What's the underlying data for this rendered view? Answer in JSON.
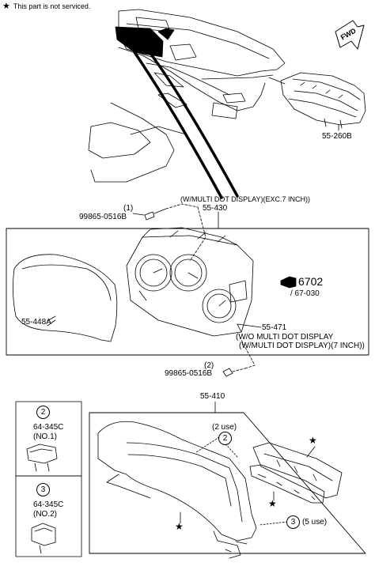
{
  "legend": {
    "symbol": "★",
    "text": "This part is not serviced."
  },
  "fwd_label": "FWD",
  "callouts": {
    "p55_260b": "55-260B",
    "variant_header": "(W/MULTI DOT DISPLAY)(EXC.7 INCH))",
    "p55_430": "55-430",
    "ref1": "(1)",
    "bolt1": "99865-0516B",
    "p55_448a": "55-448A",
    "fig_ref": "6702",
    "fig_sub": "/ 67-030",
    "p55_471": "55-471",
    "wo_multi": "(W/O MULTI DOT DISPLAY",
    "w_multi_7": "(W/MULTI DOT DISPLAY)(7 INCH))",
    "ref2": "(2)",
    "bolt2": "99865-0516B",
    "p55_410": "55-410",
    "two_use": "(2 use)",
    "five_use": "(5 use)"
  },
  "side_panel": {
    "item2": {
      "num": "2",
      "part": "64-345C",
      "note": "(NO.1)"
    },
    "item3": {
      "num": "3",
      "part": "64-345C",
      "note": "(NO.2)"
    }
  },
  "markers": {
    "num2": "2",
    "num3": "3",
    "star": "★"
  }
}
